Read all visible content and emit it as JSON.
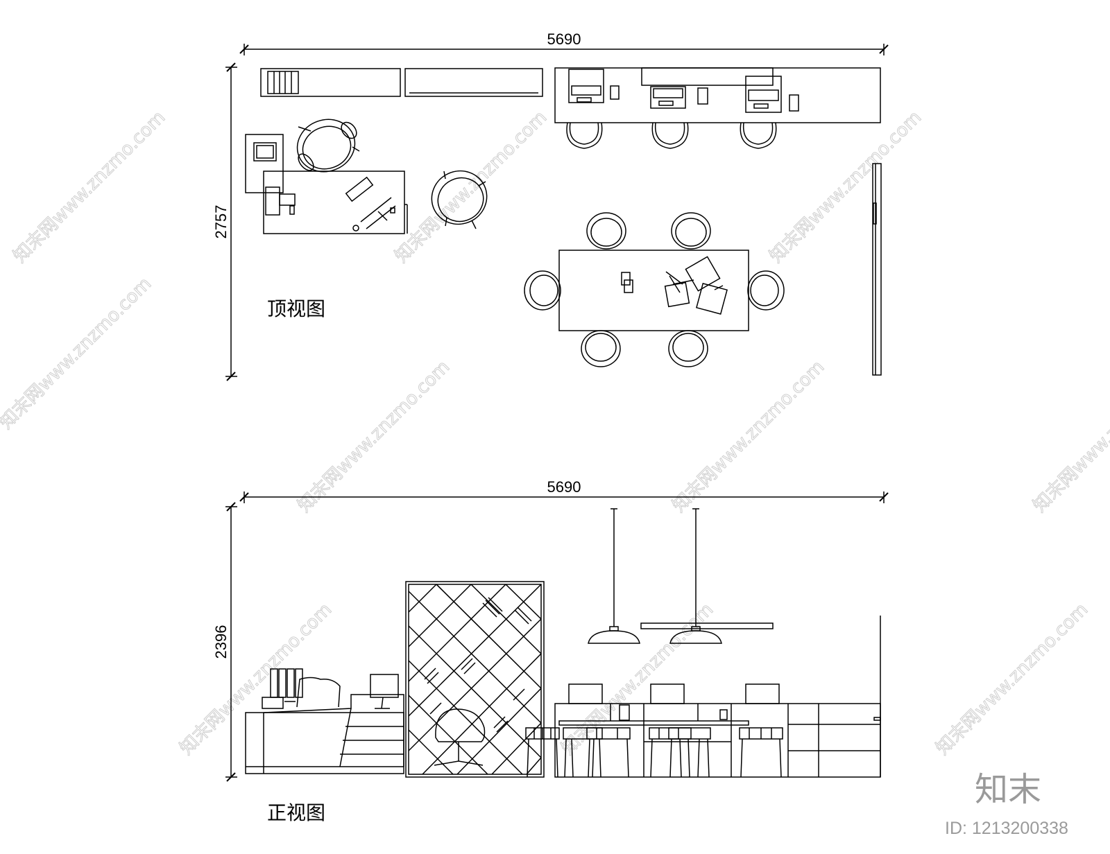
{
  "top_view": {
    "title": "顶视图",
    "width_dimension": "5690",
    "depth_dimension": "2757"
  },
  "front_view": {
    "title": "正视图",
    "width_dimension": "5690",
    "height_dimension": "2396"
  },
  "watermark": {
    "logo_text": "知末",
    "id_text": "ID: 1213200338",
    "diagonal_text": "知末网www.znzmo.com"
  }
}
